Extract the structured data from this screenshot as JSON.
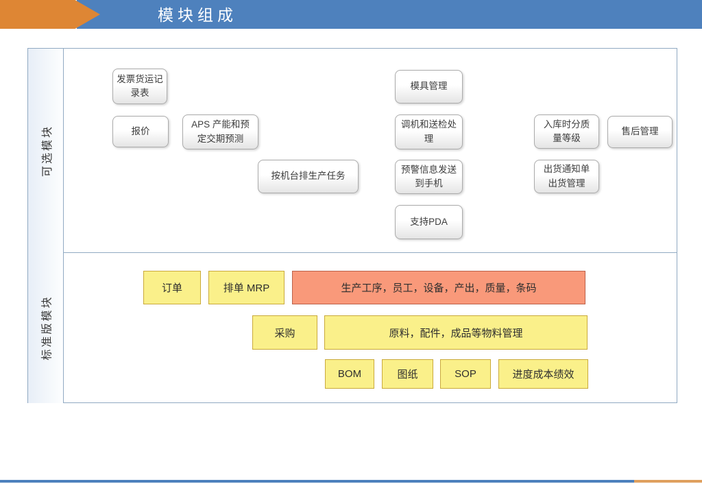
{
  "slide": {
    "title": "模块组成"
  },
  "panel": {
    "rows": [
      {
        "label": "可选模块",
        "boxes": [
          "发票货运记\n录表",
          "报价",
          "APS 产能和预\n定交期预测",
          "按机台排生产任务",
          "模具管理",
          "调机和送检处\n理",
          "预警信息发送\n到手机",
          "支持PDA",
          "入库时分质\n量等级",
          "售后管理",
          "出货通知单\n出货管理"
        ]
      },
      {
        "label": "标准版模块",
        "boxes": [
          "订单",
          "排单 MRP",
          "生产工序，员工，设备，产出，质量，条码",
          "采购",
          "原料，配件，成品等物料管理",
          "BOM",
          "图纸",
          "SOP",
          "进度成本绩效"
        ]
      }
    ]
  },
  "colors": {
    "header-blue": "#4E81BD",
    "header-orange": "#DE8634",
    "panel-border": "#90A9C2",
    "graybox-border": "#ABABAB",
    "yellow-fill": "#FAF08A",
    "yellow-border": "#C9A93C",
    "salmon-fill": "#F9997A",
    "salmon-border": "#BB6049",
    "footer-blue": "#4E81BD",
    "footer-orange": "#DFA05F",
    "text-dark": "#3D3D3D"
  }
}
